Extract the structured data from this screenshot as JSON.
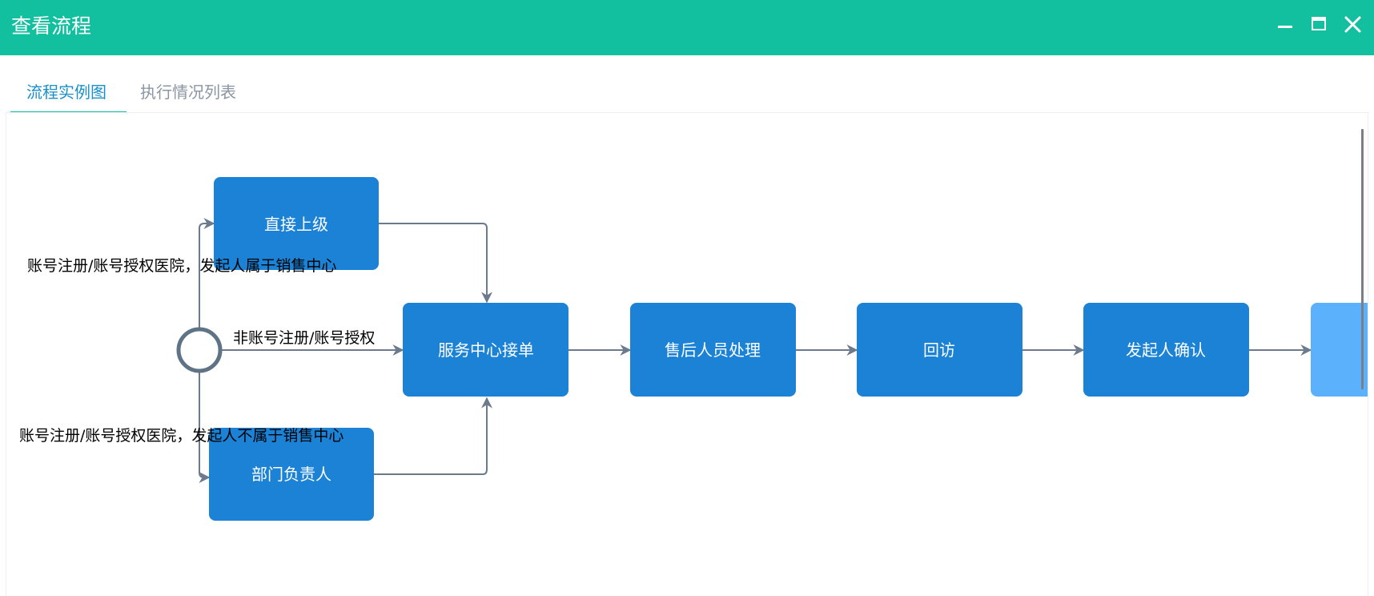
{
  "window": {
    "title": "查看流程",
    "minimize_icon": "minimize-icon",
    "maximize_icon": "maximize-icon",
    "close_icon": "close-icon"
  },
  "tabs": [
    {
      "label": "流程实例图",
      "active": true
    },
    {
      "label": "执行情况列表",
      "active": false
    }
  ],
  "colors": {
    "titlebar": "#12bf9f",
    "tab_active": "#1990c8",
    "tab_inactive": "#8b95a3",
    "node_fill": "#1b82d6",
    "node_pending_fill": "#5cb1fc",
    "edge": "#6b7a8c",
    "start_node": "#5f7386"
  },
  "flow": {
    "nodes": {
      "supervisor": "直接上级",
      "service_center": "服务中心接单",
      "after_sales": "售后人员处理",
      "revisit": "回访",
      "initiator_confirm": "发起人确认",
      "dept_head": "部门负责人"
    },
    "edge_labels": {
      "to_supervisor": "账号注册/账号授权医院，发起人属于销售中心",
      "to_service_center": "非账号注册/账号授权",
      "to_dept_head": "账号注册/账号授权医院，发起人不属于销售中心"
    }
  }
}
